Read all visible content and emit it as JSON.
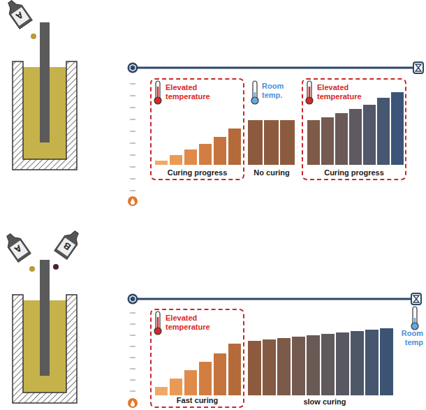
{
  "diagram": {
    "nodes": [
      {
        "text": [
          "Elevated temperature",
          "Curing progress"
        ]
      },
      {
        "text": [
          "Elevated temperature",
          "Curing progress"
        ]
      },
      {
        "text": [
          "Elevated temperature",
          "Fast curing"
        ]
      }
    ],
    "labels": [
      "A",
      "Room temp.",
      "No curing",
      "A",
      "B",
      "slow curing",
      "Room temp"
    ]
  }
}
